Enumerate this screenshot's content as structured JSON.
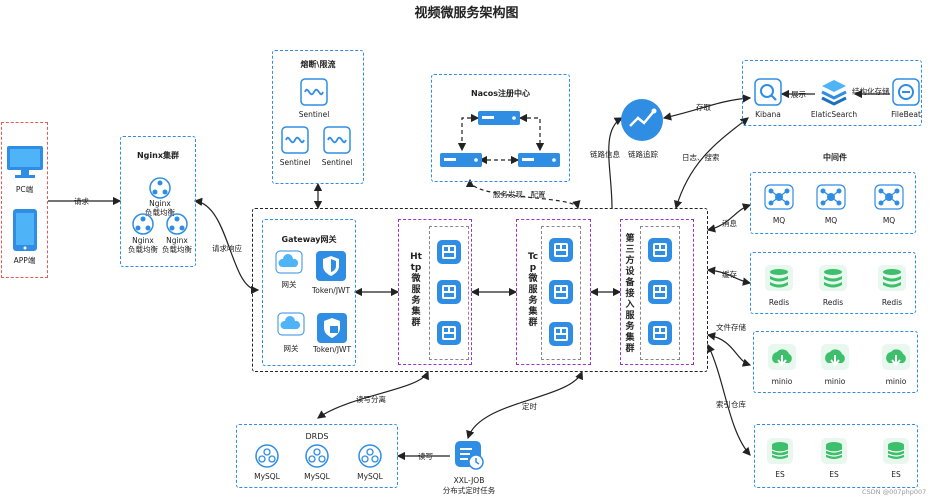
{
  "title": "视频微服务架构图",
  "clients": {
    "pc": "PC端",
    "app": "APP端"
  },
  "edge_labels": {
    "request": "请求",
    "request_response": "请求响应",
    "discovery_config": "服务发现、配置",
    "read_write_split": "读写分离",
    "scheduled": "定时",
    "read": "读写",
    "link_info": "链路信息",
    "access": "存取",
    "log_search": "日志、搜索",
    "message": "消息",
    "cache": "缓存",
    "file_storage": "文件存储",
    "index_store": "索引仓库",
    "display": "展示",
    "structured_storage": "结构化存储"
  },
  "nginx": {
    "title": "Nginx集群",
    "node_name": "Nginx",
    "node_desc": "负载均衡"
  },
  "sentinel": {
    "title": "熔断\\限流",
    "node": "Sentinel"
  },
  "nacos": {
    "title": "Nacos注册中心"
  },
  "gateway": {
    "title": "Gateway网关",
    "gw": "网关",
    "token": "Token/JWT"
  },
  "services": {
    "http": "Http微服务集群",
    "tcp": "Tcp微服务集群",
    "third": "第三方设备接入服务集群"
  },
  "tracing": {
    "label": "链路追踪"
  },
  "elk": {
    "kibana": "Kibana",
    "es": "ElaticSearch",
    "filebeat": "FileBeat"
  },
  "middleware": {
    "title": "中间件",
    "mq": "MQ",
    "redis": "Redis",
    "minio": "minio",
    "es": "ES"
  },
  "drds": {
    "title": "DRDS",
    "mysql": "MySQL"
  },
  "xxljob": {
    "name": "XXL-JOB",
    "desc": "分布式定时任务"
  },
  "watermark": "CSDN @007php007",
  "colors": {
    "blue": "#2f8de4",
    "purple": "#9b30d9",
    "red": "#e35a5a",
    "green": "#3dbf6c"
  }
}
